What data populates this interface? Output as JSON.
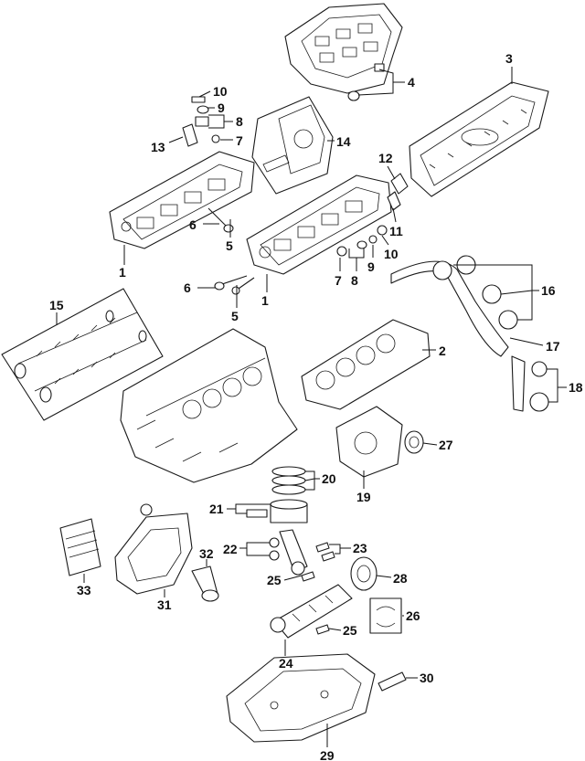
{
  "diagram": {
    "callouts": [
      {
        "id": "c1a",
        "text": "1"
      },
      {
        "id": "c1b",
        "text": "1"
      },
      {
        "id": "c2",
        "text": "2"
      },
      {
        "id": "c3",
        "text": "3"
      },
      {
        "id": "c4",
        "text": "4"
      },
      {
        "id": "c5a",
        "text": "5"
      },
      {
        "id": "c5b",
        "text": "5"
      },
      {
        "id": "c6a",
        "text": "6"
      },
      {
        "id": "c6b",
        "text": "6"
      },
      {
        "id": "c7a",
        "text": "7"
      },
      {
        "id": "c7b",
        "text": "7"
      },
      {
        "id": "c8a",
        "text": "8"
      },
      {
        "id": "c8b",
        "text": "8"
      },
      {
        "id": "c9a",
        "text": "9"
      },
      {
        "id": "c9b",
        "text": "9"
      },
      {
        "id": "c10a",
        "text": "10"
      },
      {
        "id": "c10b",
        "text": "10"
      },
      {
        "id": "c11",
        "text": "11"
      },
      {
        "id": "c12",
        "text": "12"
      },
      {
        "id": "c13",
        "text": "13"
      },
      {
        "id": "c14",
        "text": "14"
      },
      {
        "id": "c15",
        "text": "15"
      },
      {
        "id": "c16",
        "text": "16"
      },
      {
        "id": "c17",
        "text": "17"
      },
      {
        "id": "c18",
        "text": "18"
      },
      {
        "id": "c19",
        "text": "19"
      },
      {
        "id": "c20",
        "text": "20"
      },
      {
        "id": "c21",
        "text": "21"
      },
      {
        "id": "c22",
        "text": "22"
      },
      {
        "id": "c23",
        "text": "23"
      },
      {
        "id": "c24",
        "text": "24"
      },
      {
        "id": "c25a",
        "text": "25"
      },
      {
        "id": "c25b",
        "text": "25"
      },
      {
        "id": "c26",
        "text": "26"
      },
      {
        "id": "c27",
        "text": "27"
      },
      {
        "id": "c28",
        "text": "28"
      },
      {
        "id": "c29",
        "text": "29"
      },
      {
        "id": "c30",
        "text": "30"
      },
      {
        "id": "c31",
        "text": "31"
      },
      {
        "id": "c32",
        "text": "32"
      },
      {
        "id": "c33",
        "text": "33"
      }
    ]
  }
}
